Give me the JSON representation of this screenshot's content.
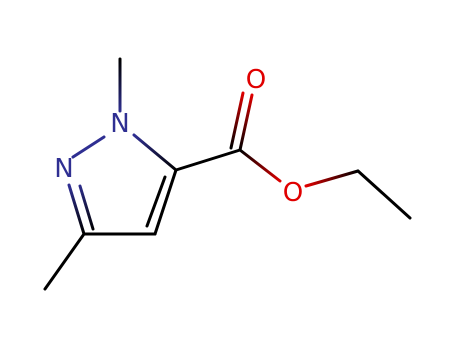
{
  "atoms": {
    "n1": {
      "symbol": "N",
      "color": "#2f2f92"
    },
    "n2": {
      "symbol": "N",
      "color": "#2f2f92"
    },
    "o_carbonyl": {
      "symbol": "O",
      "color": "#e00000"
    },
    "o_ester": {
      "symbol": "O",
      "color": "#e00000"
    }
  },
  "colors": {
    "carbon_bond": "#000000",
    "nitrogen": "#2f2f92",
    "oxygen": "#e00000"
  }
}
